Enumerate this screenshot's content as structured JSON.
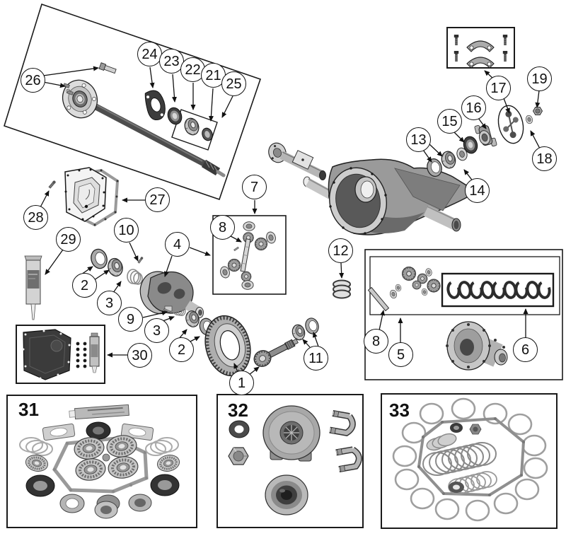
{
  "diagram": {
    "description": "Exploded parts diagram of a rear axle / differential assembly with numbered callouts",
    "colors": {
      "background": "#ffffff",
      "line": "#1a1a1a",
      "part_light": "#d9d9d9",
      "part_mid": "#9a9a9a",
      "part_dark": "#4a4a4a"
    },
    "callouts": [
      {
        "label": "26"
      },
      {
        "label": "24"
      },
      {
        "label": "23"
      },
      {
        "label": "22"
      },
      {
        "label": "21"
      },
      {
        "label": "25"
      },
      {
        "label": "7"
      },
      {
        "label": "27"
      },
      {
        "label": "28"
      },
      {
        "label": "29"
      },
      {
        "label": "10"
      },
      {
        "label": "4"
      },
      {
        "label": "8"
      },
      {
        "label": "2"
      },
      {
        "label": "3"
      },
      {
        "label": "9"
      },
      {
        "label": "3"
      },
      {
        "label": "2"
      },
      {
        "label": "30"
      },
      {
        "label": "1"
      },
      {
        "label": "11"
      },
      {
        "label": "12"
      },
      {
        "label": "8"
      },
      {
        "label": "5"
      },
      {
        "label": "6"
      },
      {
        "label": "13"
      },
      {
        "label": "15"
      },
      {
        "label": "16"
      },
      {
        "label": "17"
      },
      {
        "label": "14"
      },
      {
        "label": "18"
      },
      {
        "label": "19"
      }
    ],
    "kit_boxes": [
      {
        "label": "31"
      },
      {
        "label": "32"
      },
      {
        "label": "33"
      }
    ]
  }
}
